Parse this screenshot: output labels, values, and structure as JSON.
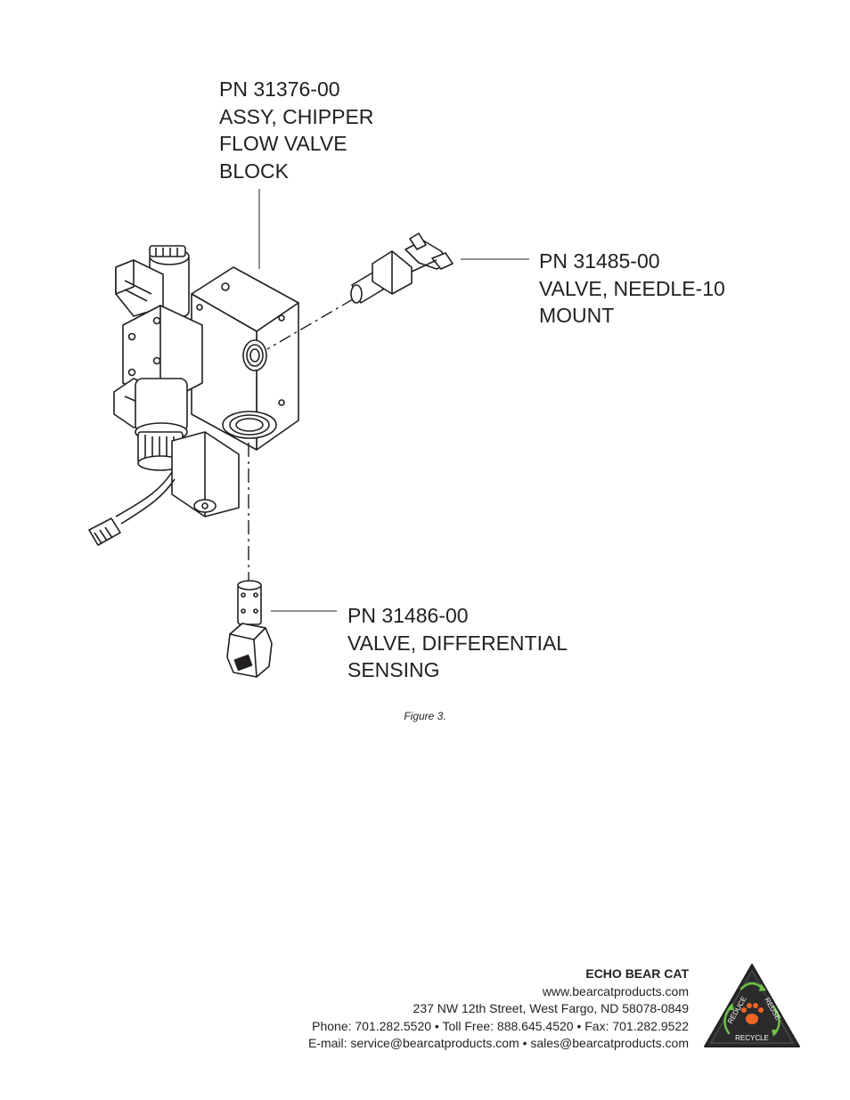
{
  "callouts": {
    "flow_valve_block": {
      "lines": [
        "PN 31376-00",
        "ASSY, CHIPPER",
        "FLOW VALVE",
        "BLOCK"
      ]
    },
    "needle_valve": {
      "lines": [
        "PN 31485-00",
        "VALVE, NEEDLE-10",
        "MOUNT"
      ]
    },
    "differential_valve": {
      "lines": [
        "PN 31486-00",
        "VALVE, DIFFERENTIAL",
        "SENSING"
      ]
    }
  },
  "figure": {
    "caption": "Figure 3."
  },
  "footer": {
    "company": "ECHO BEAR CAT",
    "website": "www.bearcatproducts.com",
    "address": "237 NW 12th Street, West Fargo, ND 58078-0849",
    "phones": "Phone: 701.282.5520 • Toll Free: 888.645.4520 • Fax: 701.282.9522",
    "emails": "E-mail: service@bearcatproducts.com • sales@bearcatproducts.com"
  },
  "logo": {
    "words": [
      "REDUCE",
      "REUSE",
      "RECYCLE"
    ],
    "colors": {
      "background": "#2b2b2b",
      "arrows": "#6cc04a",
      "paw": "#f26522"
    }
  }
}
